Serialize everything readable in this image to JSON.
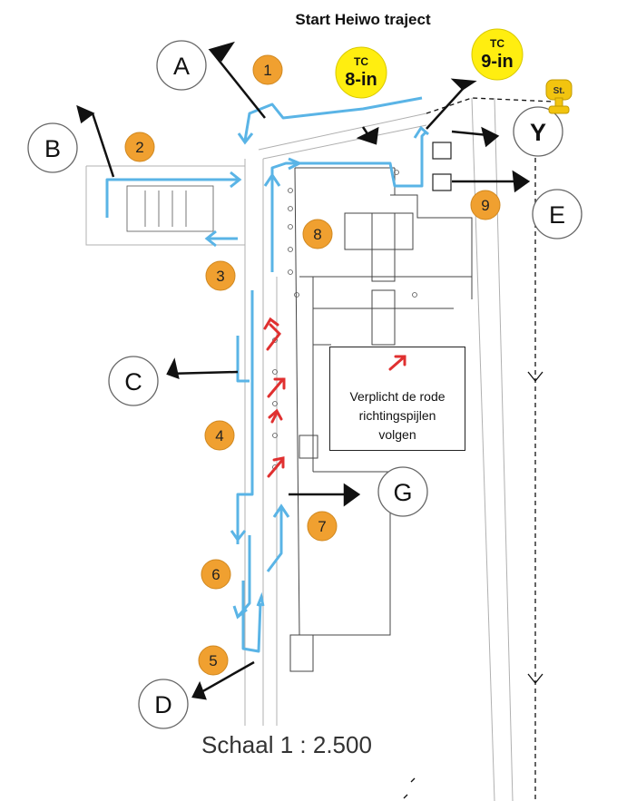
{
  "title": "Start Heiwo traject",
  "scale": "Schaal 1 : 2.500",
  "note": {
    "line1": "Verplicht de rode",
    "line2": "richtingspijlen",
    "line3": "volgen"
  },
  "time_controls": [
    {
      "label_top": "TC",
      "label_bottom": "8-in"
    },
    {
      "label_top": "TC",
      "label_bottom": "9-in"
    }
  ],
  "start_marker": "St.",
  "route_numbers": [
    "1",
    "2",
    "3",
    "4",
    "5",
    "6",
    "7",
    "8",
    "9"
  ],
  "checkpoints": [
    "A",
    "B",
    "C",
    "D",
    "E",
    "G",
    "Y"
  ],
  "colors": {
    "route": "#5ab4e6",
    "numbers": "#f0a030",
    "tc": "#ffee10",
    "start": "#f2c40f",
    "mandatory_arrows": "#e03030",
    "flags": "#111111"
  }
}
